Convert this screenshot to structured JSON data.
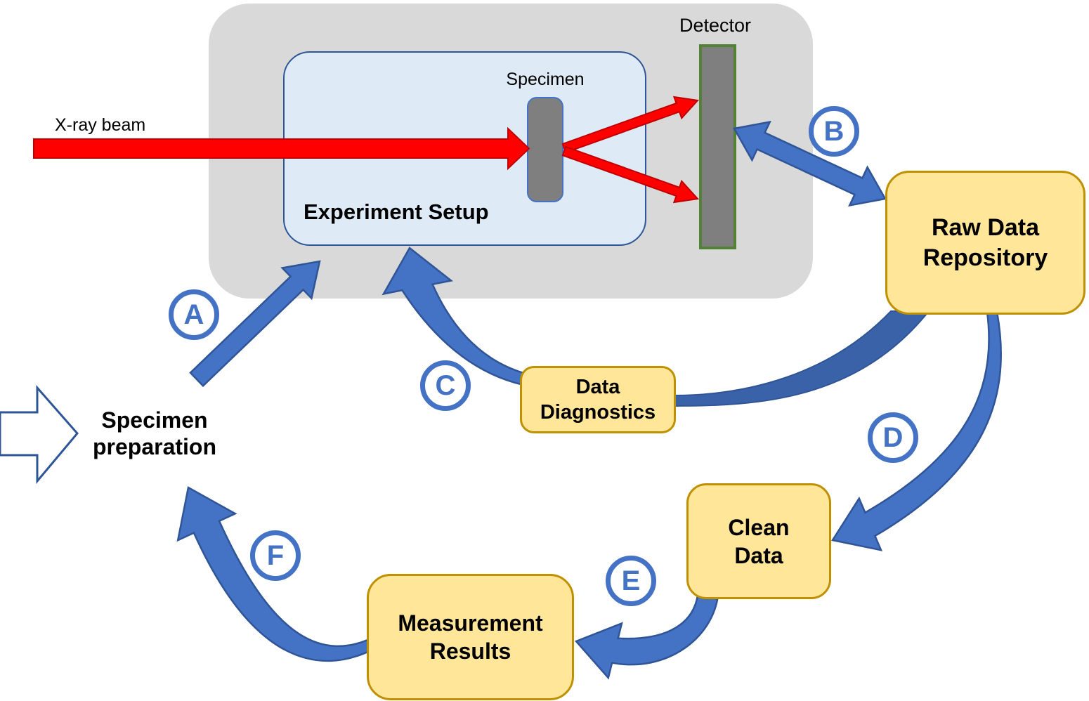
{
  "diagram_type": "workflow",
  "labels": {
    "xray_beam": "X-ray beam",
    "experiment_setup": "Experiment Setup",
    "specimen": "Specimen",
    "detector": "Detector",
    "specimen_preparation": {
      "line1": "Specimen",
      "line2": "preparation"
    }
  },
  "nodes": {
    "raw_data_repository": {
      "line1": "Raw Data",
      "line2": "Repository"
    },
    "data_diagnostics": {
      "line1": "Data",
      "line2": "Diagnostics"
    },
    "clean_data": {
      "line1": "Clean",
      "line2": "Data"
    },
    "measurement_results": {
      "line1": "Measurement",
      "line2": "Results"
    }
  },
  "step_markers": {
    "a": "A",
    "b": "B",
    "c": "C",
    "d": "D",
    "e": "E",
    "f": "F"
  },
  "flows": [
    {
      "step": "A",
      "from": "Specimen preparation",
      "to": "Experiment Setup"
    },
    {
      "step": "B",
      "from": "Detector",
      "to": "Raw Data Repository",
      "bidirectional": true
    },
    {
      "step": "C",
      "from": "Data Diagnostics",
      "to": "Experiment Setup"
    },
    {
      "step": "D",
      "from": "Raw Data Repository",
      "to": "Clean Data"
    },
    {
      "step": "E",
      "from": "Clean Data",
      "to": "Measurement Results"
    },
    {
      "step": "F",
      "from": "Measurement Results",
      "to": "Specimen preparation"
    }
  ],
  "colors": {
    "container_gray": "#d9d9d9",
    "panel_blue_fill": "#deebf7",
    "panel_blue_border": "#2e5597",
    "slab_gray": "#7f7f7f",
    "detector_border_green": "#538135",
    "beam_red": "#ff0000",
    "beam_red_dark": "#c00000",
    "arrow_blue": "#4472c4",
    "arrow_blue_dark": "#2f5597",
    "node_yellow_fill": "#ffe699",
    "node_yellow_border": "#bf9000"
  }
}
